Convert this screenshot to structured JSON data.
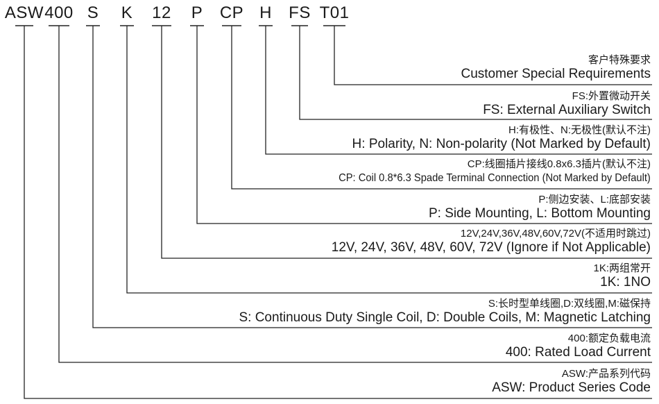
{
  "codes": [
    "ASW",
    "400",
    "S",
    "K",
    "12",
    "P",
    "CP",
    "H",
    "FS",
    "T01"
  ],
  "rows": [
    {
      "cn": "客户特殊要求",
      "en": "Customer Special Requirements"
    },
    {
      "cn": "FS:外置微动开关",
      "en": "FS: External Auxiliary Switch"
    },
    {
      "cn": "H:有极性、N:无极性(默认不注)",
      "en": "H: Polarity, N: Non-polarity (Not Marked by Default)"
    },
    {
      "cn": "CP:线圈插片接线0.8x6.3插片(默认不注)",
      "en": "CP: Coil 0.8*6.3 Spade Terminal Connection (Not Marked by Default)"
    },
    {
      "cn": "P:侧边安装、L:底部安装",
      "en": "P: Side Mounting, L: Bottom Mounting"
    },
    {
      "cn": "12V,24V,36V,48V,60V,72V(不适用时跳过)",
      "en": "12V, 24V, 36V, 48V, 60V, 72V (Ignore if Not Applicable)"
    },
    {
      "cn": "1K:两组常开",
      "en": "1K: 1NO"
    },
    {
      "cn": "S:长时型单线圈,D:双线圈,M:磁保持",
      "en": "S: Continuous Duty Single Coil, D: Double Coils, M: Magnetic Latching"
    },
    {
      "cn": "400:额定负载电流",
      "en": "400: Rated Load Current"
    },
    {
      "cn": "ASW:产品系列代码",
      "en": "ASW: Product Series Code"
    }
  ]
}
